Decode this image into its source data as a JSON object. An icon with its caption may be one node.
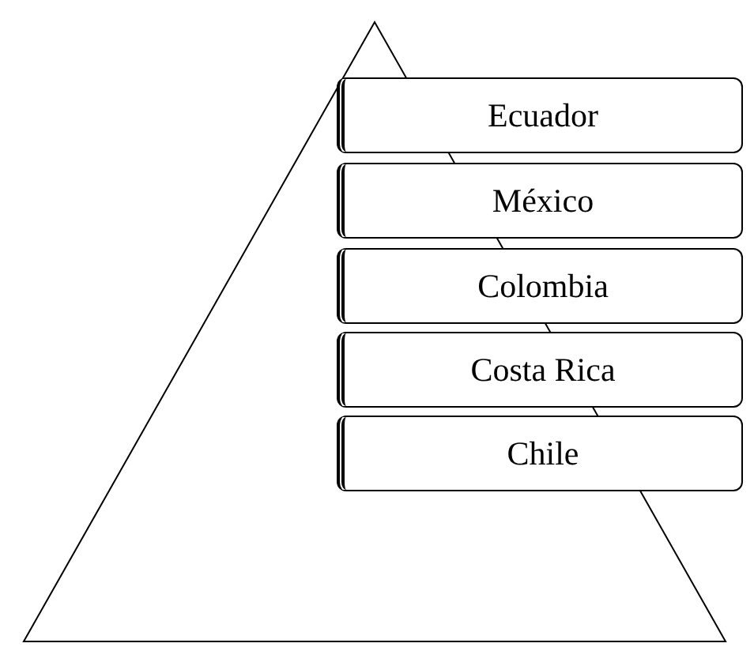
{
  "diagram": {
    "nodes": [
      {
        "text": [
          "Ecuador"
        ]
      },
      {
        "text": [
          "México"
        ]
      },
      {
        "text": [
          "Colombia"
        ]
      },
      {
        "text": [
          "Costa Rica"
        ]
      },
      {
        "text": [
          "Chile"
        ]
      }
    ]
  }
}
